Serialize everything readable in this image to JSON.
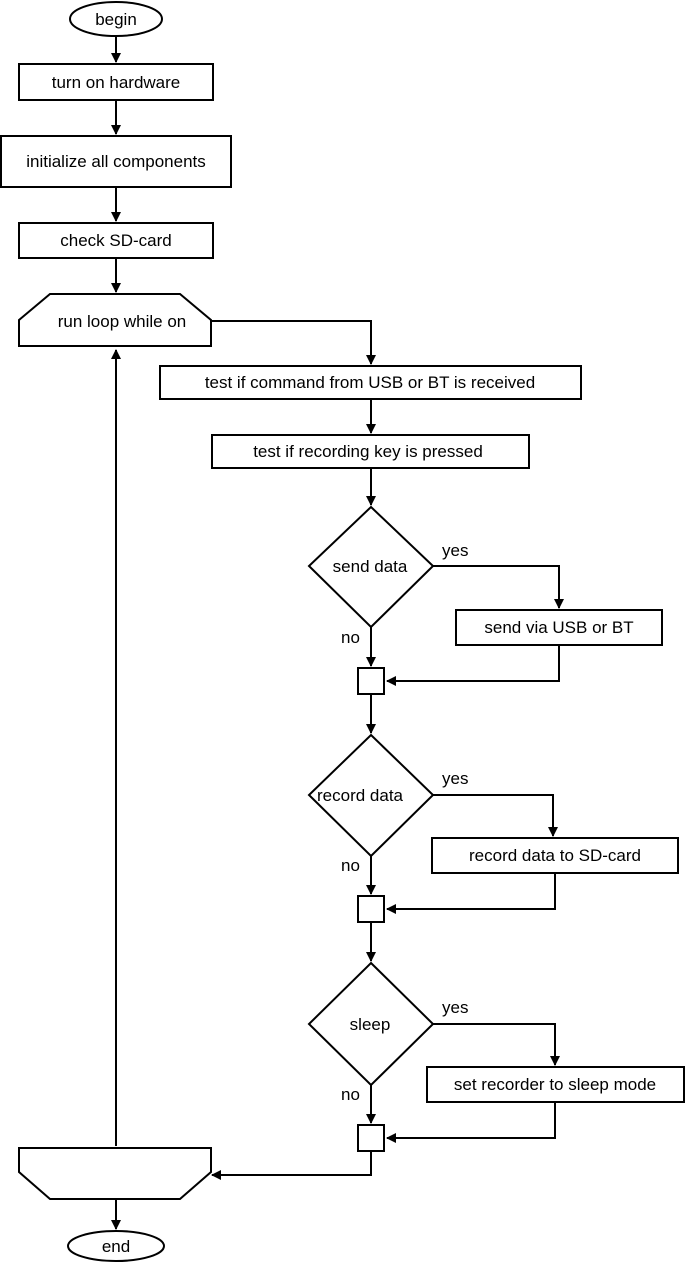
{
  "nodes": {
    "begin": "begin",
    "turn_on": "turn on hardware",
    "initialize": "initialize all components",
    "check_sd": "check SD-card",
    "loop_start": "run loop while on",
    "test_command": "test if command from USB or BT is received",
    "test_key": "test if recording key is pressed",
    "send_data": "send data",
    "send_via": "send via USB or BT",
    "record_data": "record data",
    "record_to_sd": "record data to SD-card",
    "sleep": "sleep",
    "set_sleep": "set recorder to sleep mode",
    "loop_end": "",
    "end": "end"
  },
  "branches": {
    "send_yes": "yes",
    "send_no": "no",
    "record_yes": "yes",
    "record_no": "no",
    "sleep_yes": "yes",
    "sleep_no": "no"
  }
}
